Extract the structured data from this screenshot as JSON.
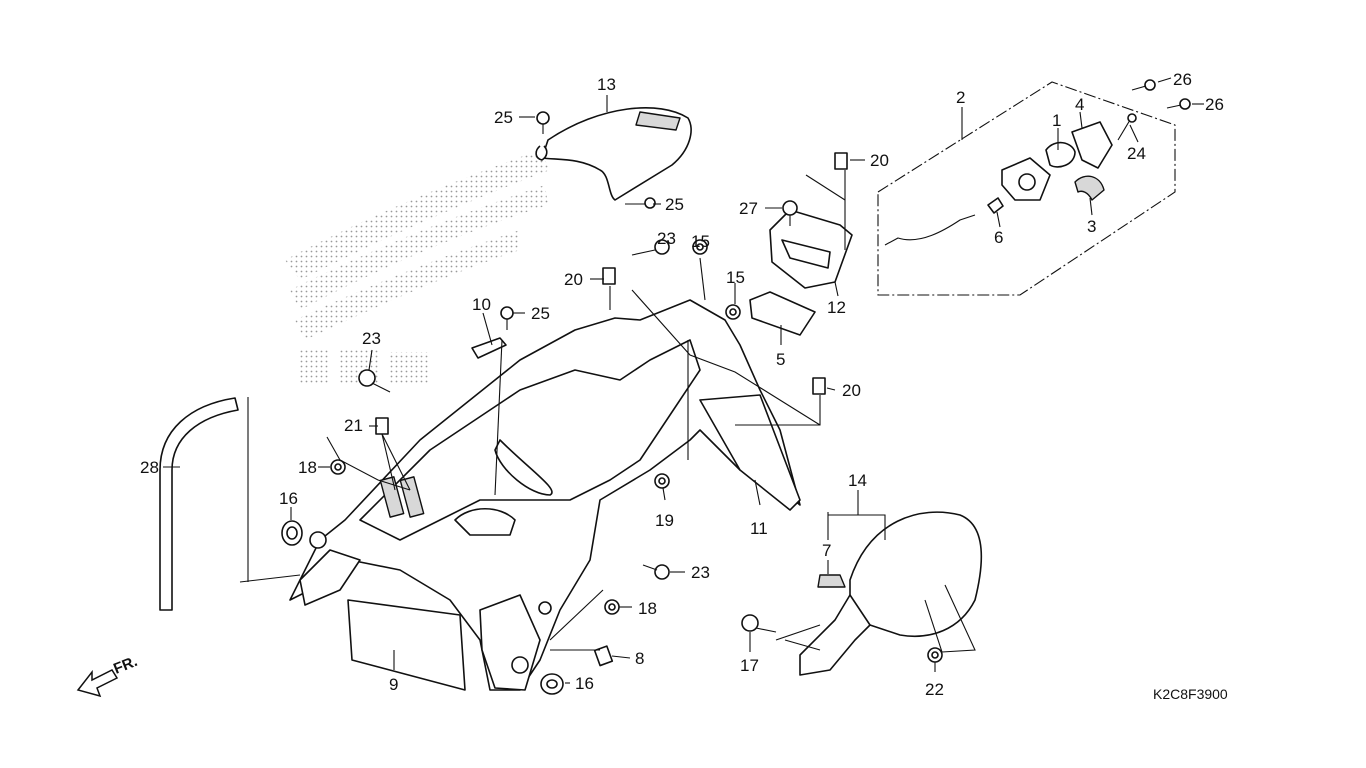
{
  "diagram": {
    "drawing_code": "K2C8F3900",
    "front_marker": "FR.",
    "callouts": [
      {
        "id": "c1",
        "label": "1"
      },
      {
        "id": "c2",
        "label": "2"
      },
      {
        "id": "c3",
        "label": "3"
      },
      {
        "id": "c4",
        "label": "4"
      },
      {
        "id": "c5",
        "label": "5"
      },
      {
        "id": "c6",
        "label": "6"
      },
      {
        "id": "c7",
        "label": "7"
      },
      {
        "id": "c8",
        "label": "8"
      },
      {
        "id": "c9",
        "label": "9"
      },
      {
        "id": "c10",
        "label": "10"
      },
      {
        "id": "c11",
        "label": "11"
      },
      {
        "id": "c12",
        "label": "12"
      },
      {
        "id": "c13",
        "label": "13"
      },
      {
        "id": "c14",
        "label": "14"
      },
      {
        "id": "c15a",
        "label": "15"
      },
      {
        "id": "c15b",
        "label": "15"
      },
      {
        "id": "c16a",
        "label": "16"
      },
      {
        "id": "c16b",
        "label": "16"
      },
      {
        "id": "c17",
        "label": "17"
      },
      {
        "id": "c18a",
        "label": "18"
      },
      {
        "id": "c18b",
        "label": "18"
      },
      {
        "id": "c19",
        "label": "19"
      },
      {
        "id": "c20a",
        "label": "20"
      },
      {
        "id": "c20b",
        "label": "20"
      },
      {
        "id": "c20c",
        "label": "20"
      },
      {
        "id": "c21",
        "label": "21"
      },
      {
        "id": "c22",
        "label": "22"
      },
      {
        "id": "c23a",
        "label": "23"
      },
      {
        "id": "c23b",
        "label": "23"
      },
      {
        "id": "c23c",
        "label": "23"
      },
      {
        "id": "c24",
        "label": "24"
      },
      {
        "id": "c25a",
        "label": "25"
      },
      {
        "id": "c25b",
        "label": "25"
      },
      {
        "id": "c25c",
        "label": "25"
      },
      {
        "id": "c26a",
        "label": "26"
      },
      {
        "id": "c26b",
        "label": "26"
      },
      {
        "id": "c27",
        "label": "27"
      },
      {
        "id": "c28",
        "label": "28"
      }
    ]
  }
}
